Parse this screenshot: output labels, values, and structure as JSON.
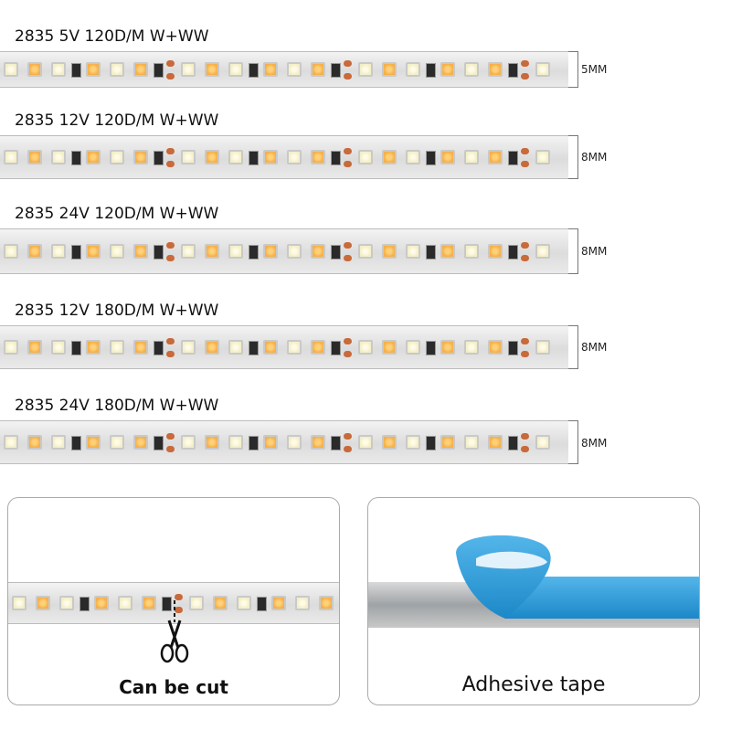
{
  "strips": [
    {
      "label": "2835 5V 120D/M   W+WW",
      "dimension": "5MM"
    },
    {
      "label": "2835 12V 120D/M   W+WW",
      "dimension": "8MM"
    },
    {
      "label": "2835 24V 120D/M   W+WW",
      "dimension": "8MM"
    },
    {
      "label": "2835 12V 180D/M W+WW",
      "dimension": "8MM"
    },
    {
      "label": "2835 24V 180D/M W+WW",
      "dimension": "8MM"
    }
  ],
  "cards": [
    {
      "caption": "Can be cut",
      "icon": "scissors-icon"
    },
    {
      "caption": "Adhesive tape"
    }
  ],
  "colors": {
    "warm_led": "#f5b04a",
    "cool_led": "#f2eec8",
    "solder_pad": "#c86a3a",
    "tape_blue": "#2a9ad8"
  }
}
